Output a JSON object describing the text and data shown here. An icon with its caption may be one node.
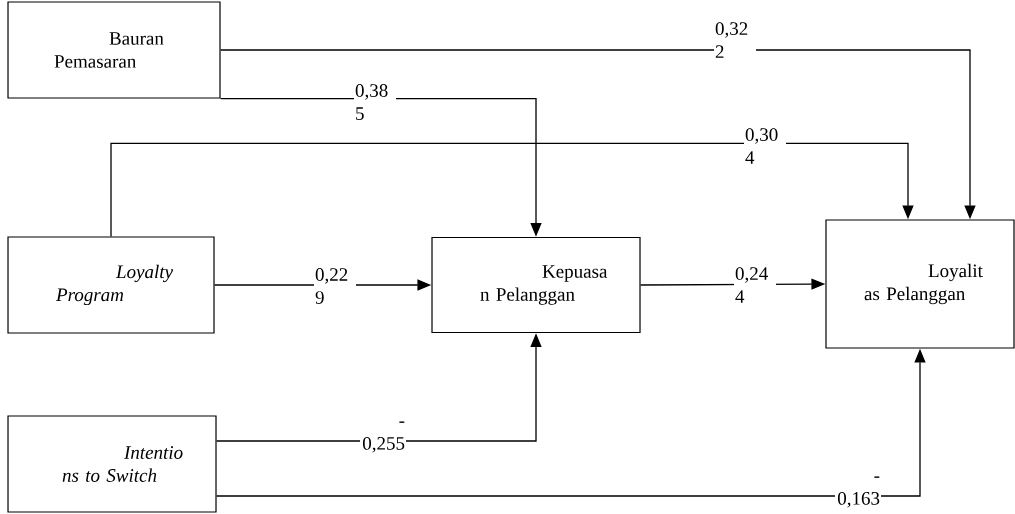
{
  "diagram": {
    "nodes": [
      {
        "text": [
          "Bauran Pemasaran"
        ]
      },
      {
        "text": [
          "Loyalty Program"
        ]
      },
      {
        "text": [
          "Kepuasa n Pelanggan"
        ]
      },
      {
        "text": [
          "Loyalit as Pelanggan"
        ]
      },
      {
        "text": [
          "Intentio ns to Switch"
        ]
      }
    ],
    "edges": [
      {
        "from": 0,
        "to": 3,
        "arrow": "to",
        "label": "0,32 2"
      },
      {
        "from": 0,
        "to": 2,
        "arrow": "to",
        "label": "0,38 5"
      },
      {
        "from": 1,
        "to": 3,
        "arrow": "to",
        "label": "0,30 4"
      },
      {
        "from": 1,
        "to": 2,
        "arrow": "to",
        "label": "0,22 9"
      },
      {
        "from": 2,
        "to": 3,
        "arrow": "to",
        "label": "0,24 4"
      },
      {
        "from": 4,
        "to": 2,
        "arrow": "to",
        "label": "- 0,255"
      },
      {
        "from": 4,
        "to": 3,
        "arrow": "to",
        "label": "- 0,163"
      }
    ]
  }
}
